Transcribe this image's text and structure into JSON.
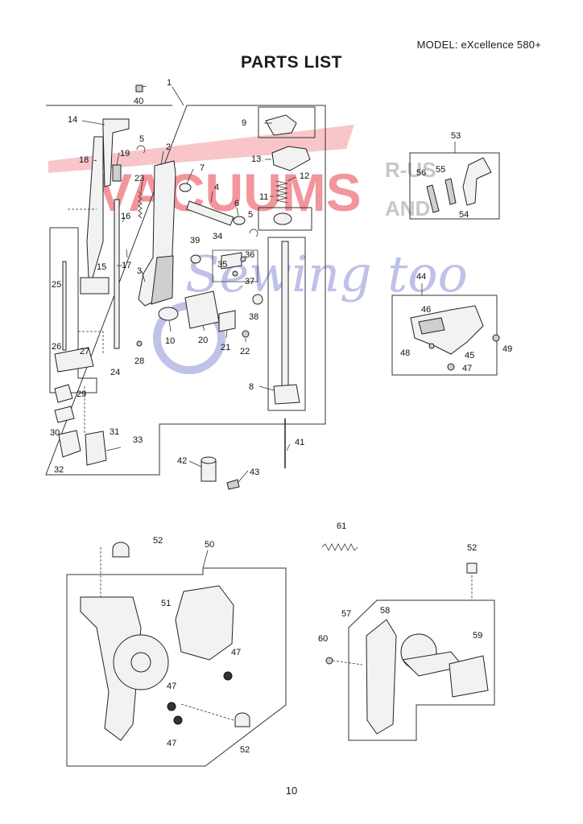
{
  "header": {
    "model": "MODEL: eXcellence 580+",
    "title": "PARTS LIST"
  },
  "footer": {
    "page_number": "10"
  },
  "watermark": {
    "word1": "VACUUMS",
    "word2": "R-US",
    "word3": "AND",
    "word4": "Sewing too",
    "colors": {
      "red": "#e8424c",
      "blue": "#8d8fd6",
      "gray": "#9a9a9a"
    }
  },
  "callouts": {
    "c1": "1",
    "c2": "2",
    "c3": "3",
    "c4": "4",
    "c5a": "5",
    "c5b": "5",
    "c6": "6",
    "c7": "7",
    "c8": "8",
    "c9": "9",
    "c10": "10",
    "c11": "11",
    "c12": "12",
    "c13": "13",
    "c14": "14",
    "c15": "15",
    "c16": "16",
    "c17": "17",
    "c18": "18",
    "c19": "19",
    "c20": "20",
    "c21": "21",
    "c22": "22",
    "c23": "23",
    "c24": "24",
    "c25": "25",
    "c26": "26",
    "c27": "27",
    "c28": "28",
    "c29": "29",
    "c30": "30",
    "c31": "31",
    "c32": "32",
    "c33": "33",
    "c34": "34",
    "c35": "35",
    "c36": "36",
    "c37": "37",
    "c38": "38",
    "c39": "39",
    "c40": "40",
    "c41": "41",
    "c42": "42",
    "c43": "43",
    "c44": "44",
    "c45": "45",
    "c46": "46",
    "c47a": "47",
    "c48": "48",
    "c49": "49",
    "c50": "50",
    "c51": "51",
    "c52a": "52",
    "c53": "53",
    "c54": "54",
    "c55": "55",
    "c56": "56",
    "c47b": "47",
    "c47c": "47",
    "c47d": "47",
    "c52b": "52",
    "c52c": "52",
    "c57": "57",
    "c58": "58",
    "c59": "59",
    "c60": "60",
    "c61": "61"
  }
}
